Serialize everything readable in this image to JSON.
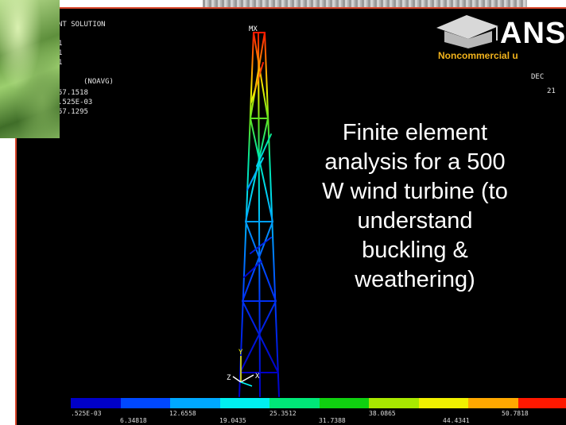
{
  "caption": "Finite element analysis for a 500 W wind turbine (to understand buckling & weathering)",
  "ansys_header": {
    "title": "NT SOLUTION",
    "lines": [
      "1",
      "1",
      "1"
    ],
    "navg": "(NOAVG)",
    "values": [
      "57.1518",
      ".525E-03",
      "57.1295"
    ]
  },
  "right_header": {
    "date_label": "DEC",
    "date_value": "21"
  },
  "logo": {
    "name": "AN",
    "name_tail": "S",
    "subtitle": "Noncommercial u"
  },
  "tower": {
    "max_marker": "MX"
  },
  "axes": {
    "y": "Y",
    "x": "X",
    "z": "Z"
  },
  "legend": {
    "colors": [
      "#0000c8",
      "#0048ff",
      "#00a8ff",
      "#00f0f0",
      "#00e878",
      "#10d010",
      "#a8e800",
      "#f0f000",
      "#ffa800",
      "#ff1800"
    ],
    "top_labels": [
      ".525E-03",
      "12.6558",
      "25.3512",
      "38.0865",
      "50.7818"
    ],
    "bottom_labels": [
      "6.34818",
      "19.0435",
      "31.7388",
      "44.4341"
    ]
  }
}
